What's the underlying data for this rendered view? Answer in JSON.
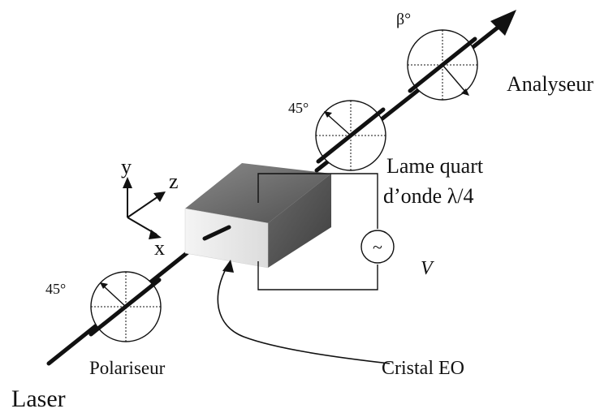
{
  "labels": {
    "laser": "Laser",
    "polariseur": "Polariseur",
    "polariseur_angle": "45°",
    "cristal": "Cristal EO",
    "lame_line1": "Lame quart",
    "lame_line2": "d’onde λ/4",
    "lame_angle": "45°",
    "analyseur": "Analyseur",
    "analyseur_angle": "β°",
    "voltage": "V",
    "source_symbol": "~",
    "axis_x": "x",
    "axis_y": "y",
    "axis_z": "z"
  },
  "icons": {
    "source": "ac-voltage-source-icon",
    "polarizer": "polarizer-disc-icon",
    "waveplate": "waveplate-disc-icon",
    "analyzer": "analyzer-disc-icon",
    "crystal": "crystal-block-icon"
  },
  "colors": {
    "ink": "#111111",
    "crystal_top": "#6e6e6e",
    "crystal_side": "#5c5c5c",
    "crystal_front": "#ececec"
  }
}
